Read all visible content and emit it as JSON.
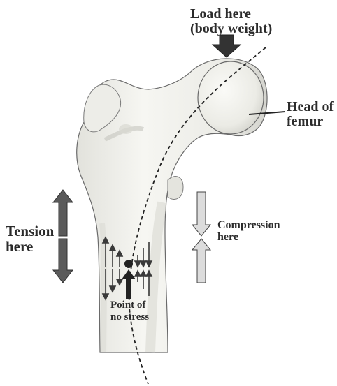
{
  "labels": {
    "load_line1": "Load here",
    "load_line2": "(body weight)",
    "head_line1": "Head of",
    "head_line2": "femur",
    "tension_line1": "Tension",
    "tension_line2": "here",
    "compression_line1": "Compression",
    "compression_line2": "here",
    "nostress_line1": "Point of",
    "nostress_line2": "no stress"
  },
  "colors": {
    "bone_fill": "#eeeeea",
    "bone_outline": "#6a6a6a",
    "bone_shadow": "#cfcfc9",
    "tension_arrow": "#5a5a5a",
    "compression_arrow": "#dcdcdc",
    "stress_arrows": "#3a3a3a",
    "label_text": "#2b2b2b"
  },
  "icons": {
    "load": "down-arrow-icon",
    "tension": "double-headed-arrow-icon",
    "compression": "converging-arrows-icon",
    "neutral_point": "dot-icon"
  }
}
